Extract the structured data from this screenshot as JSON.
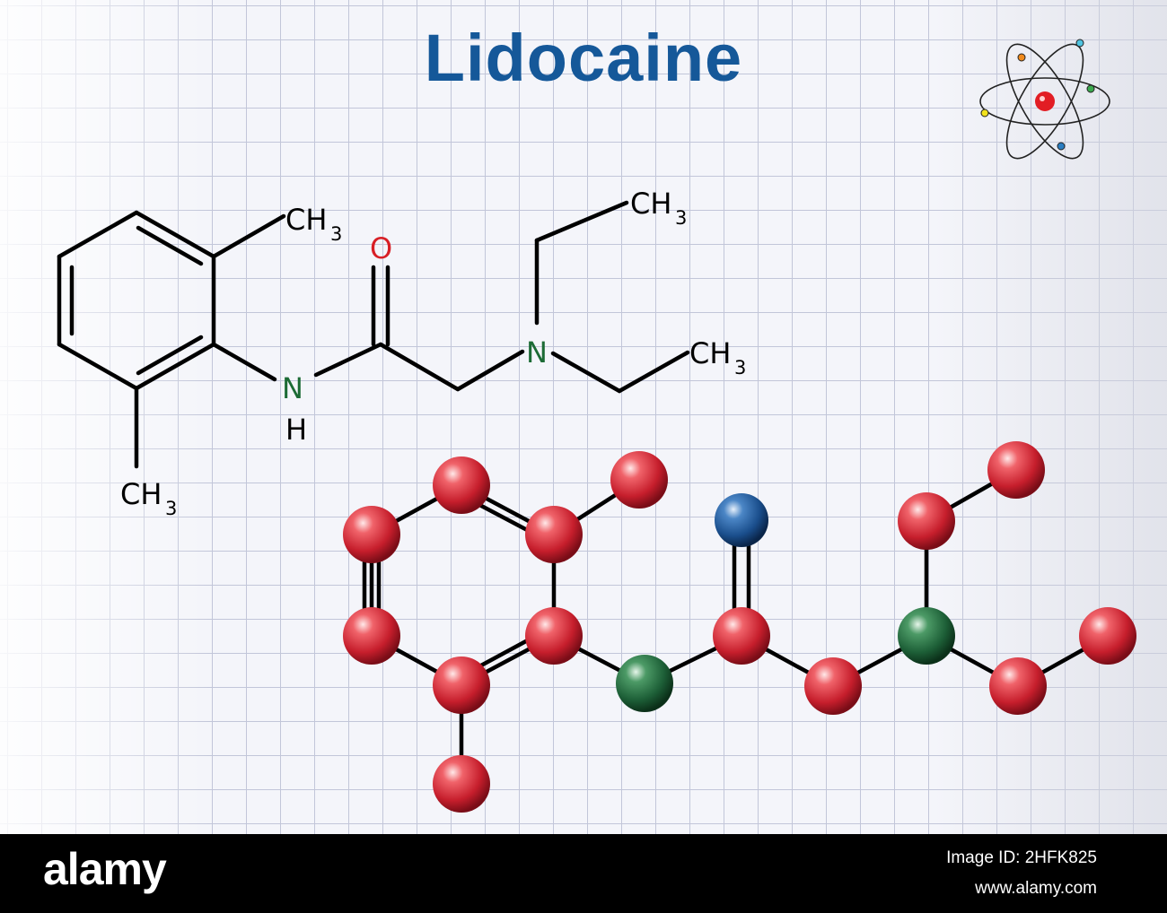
{
  "title": "Lidocaine",
  "structural_formula": {
    "labels": {
      "ch3_top": {
        "main": "CH",
        "sub": "3"
      },
      "ch3_bottom": {
        "main": "CH",
        "sub": "3"
      },
      "ch3_ethyl_top": {
        "main": "CH",
        "sub": "3"
      },
      "ch3_ethyl_right": {
        "main": "CH",
        "sub": "3"
      },
      "oxygen": "O",
      "amide_nitrogen": "N",
      "amide_hydrogen": "H",
      "amine_nitrogen": "N"
    },
    "atom_colors": {
      "oxygen": "#d81f26",
      "nitrogen": "#1c6b35",
      "carbon": "#000000"
    }
  },
  "ball_and_stick": {
    "colors": {
      "carbon": "#cf1f2e",
      "nitrogen": "#1d5f37",
      "oxygen": "#1a4e8c"
    }
  },
  "footer": {
    "brand": "alamy",
    "image_id": "Image ID: 2HFK825",
    "url": "www.alamy.com"
  }
}
